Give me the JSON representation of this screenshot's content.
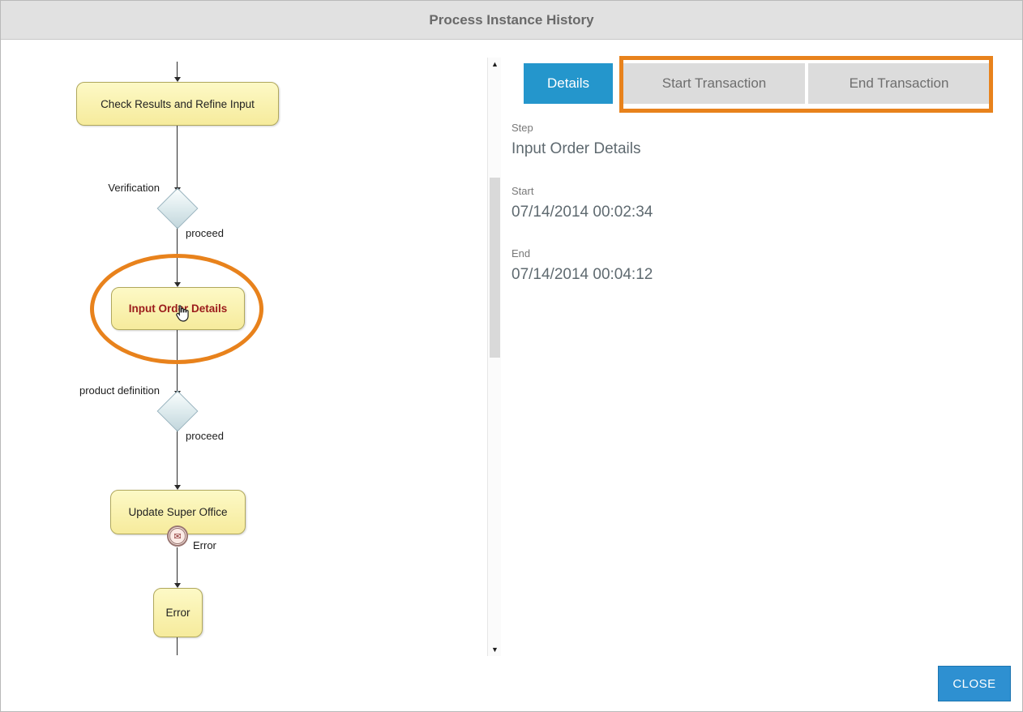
{
  "window": {
    "title": "Process Instance History"
  },
  "diagram": {
    "node_check_results": "Check Results and Refine Input",
    "gateway_verification": "Verification",
    "branch_proceed_1": "proceed",
    "node_input_order": "Input Order Details",
    "gateway_product_definition": "product definition",
    "branch_proceed_2": "proceed",
    "node_update_super_office": "Update Super Office",
    "boundary_event_label": "Error",
    "node_error": "Error"
  },
  "tabs": [
    {
      "label": "Details",
      "active": true
    },
    {
      "label": "Start Transaction",
      "active": false
    },
    {
      "label": "End Transaction",
      "active": false
    }
  ],
  "details": {
    "step_label": "Step",
    "step_value": "Input Order Details",
    "start_label": "Start",
    "start_value": "07/14/2014 00:02:34",
    "end_label": "End",
    "end_value": "07/14/2014 00:04:12"
  },
  "scrollbar": {
    "up_glyph": "▲",
    "down_glyph": "▼"
  },
  "icons": {
    "message_icon": "✉"
  },
  "footer": {
    "close_label": "CLOSE"
  },
  "colors": {
    "annotation_orange": "#e8821c",
    "tab_active_blue": "#2496cc",
    "node_fill_yellow": "#fbf3a5",
    "close_button_blue": "#2e90d1",
    "highlight_text_red": "#9b1b1b"
  }
}
